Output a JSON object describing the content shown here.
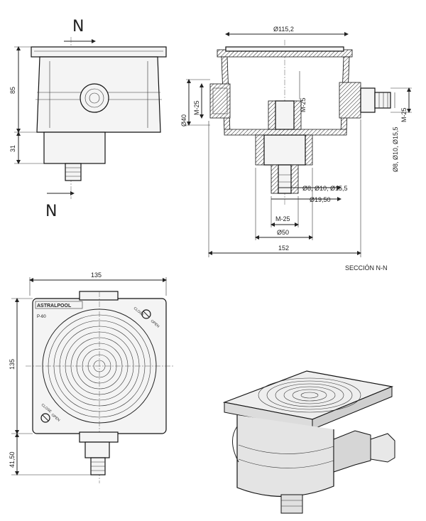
{
  "front_view": {
    "section_mark": "N",
    "dim_height": "85",
    "dim_bottom": "31"
  },
  "section_view": {
    "dim_top_diameter": "Ø115,2",
    "dim_left_diameter": "Ø40",
    "dim_left_thread": "M-25",
    "dim_center_thread": "M-25",
    "dim_right_thread": "M-25",
    "dim_right_diameters": "Ø8, Ø10, Ø15,5",
    "dim_bottom_diameters": "Ø8, Ø10, Ø15,5",
    "dim_bottom_1950": "Ø19,50",
    "dim_bottom_thread": "M-25",
    "dim_bottom_50": "Ø50",
    "dim_width": "152",
    "caption": "SECCIÓN N-N"
  },
  "top_view": {
    "dim_width": "135",
    "dim_height": "135",
    "dim_spigot": "41,50",
    "brand": "ASTRALPOOL",
    "model": "P-60",
    "valve_top_close": "CLOSE",
    "valve_top_open": "OPEN",
    "valve_bottom_close": "CLOSE",
    "valve_bottom_open": "OPEN"
  }
}
